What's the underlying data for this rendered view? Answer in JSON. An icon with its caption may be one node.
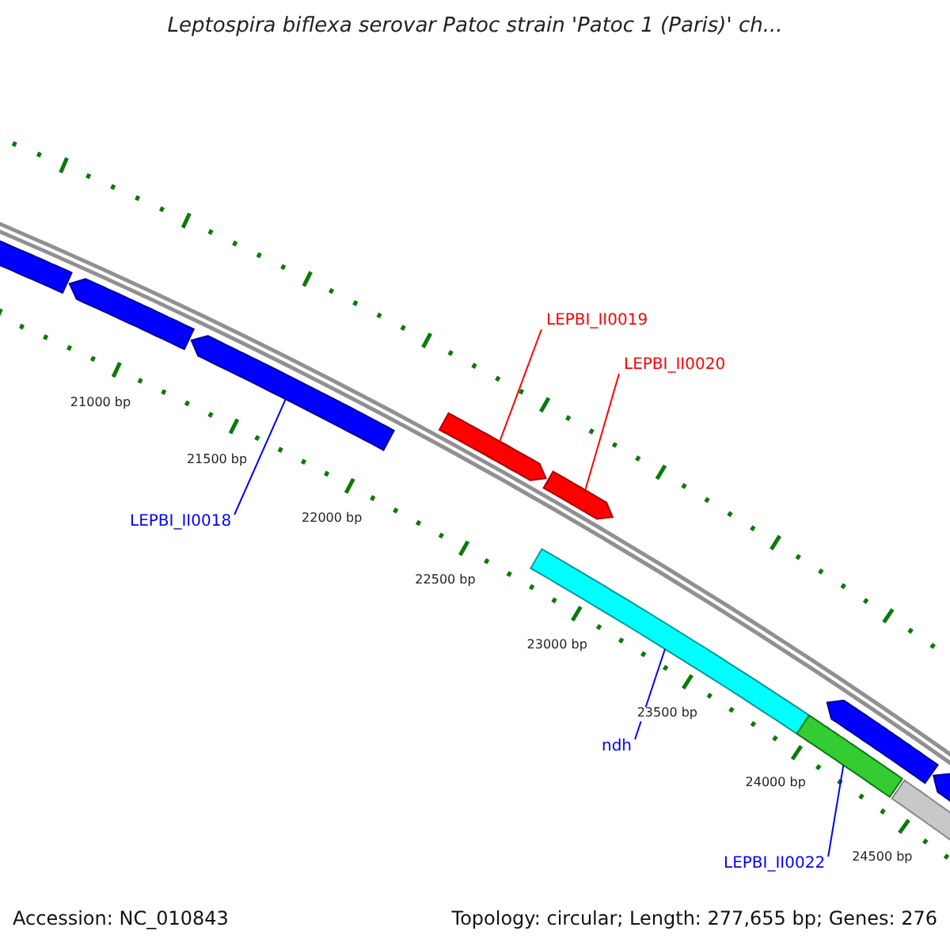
{
  "diagram": {
    "title": "Leptospira biflexa serovar Patoc strain 'Patoc 1 (Paris)' ch...",
    "nodes": [
      {
        "text": [
          "LEPBI_II0019"
        ]
      },
      {
        "text": [
          "LEPBI_II0020"
        ]
      },
      {
        "text": [
          "LEPBI_II0018"
        ]
      },
      {
        "text": [
          "ndh"
        ]
      },
      {
        "text": [
          "LEPBI_II0022"
        ]
      },
      {
        "text": [],
        "shape": "bar"
      },
      {
        "text": [],
        "shape": "bar"
      },
      {
        "text": [],
        "shape": "bar"
      },
      {
        "text": [],
        "shape": "bar"
      },
      {
        "text": [],
        "shape": "bar"
      },
      {
        "text": [],
        "shape": "bar"
      },
      {
        "text": [],
        "shape": "bar"
      },
      {
        "text": [],
        "shape": "bar"
      },
      {
        "text": [],
        "shape": "bar"
      },
      {
        "text": [],
        "shape": "bar"
      }
    ],
    "edges": [
      {
        "from": 0,
        "to": 8,
        "arrow": "none",
        "color": "#ff0000"
      },
      {
        "from": 1,
        "to": 9,
        "arrow": "none",
        "color": "#ff0000"
      },
      {
        "from": 2,
        "to": 7,
        "arrow": "none"
      },
      {
        "from": 3,
        "to": 10,
        "arrow": "none"
      },
      {
        "from": 4,
        "to": 11,
        "arrow": "none"
      }
    ],
    "labels": [
      "21000 bp",
      "22000 bp",
      "21500 bp",
      "22500 bp",
      "23000 bp",
      "23500 bp",
      "24000 bp",
      "24500 bp",
      "Accession: NC_010843",
      "Topology: circular; Length: 277,655 bp; Genes: 276"
    ]
  }
}
